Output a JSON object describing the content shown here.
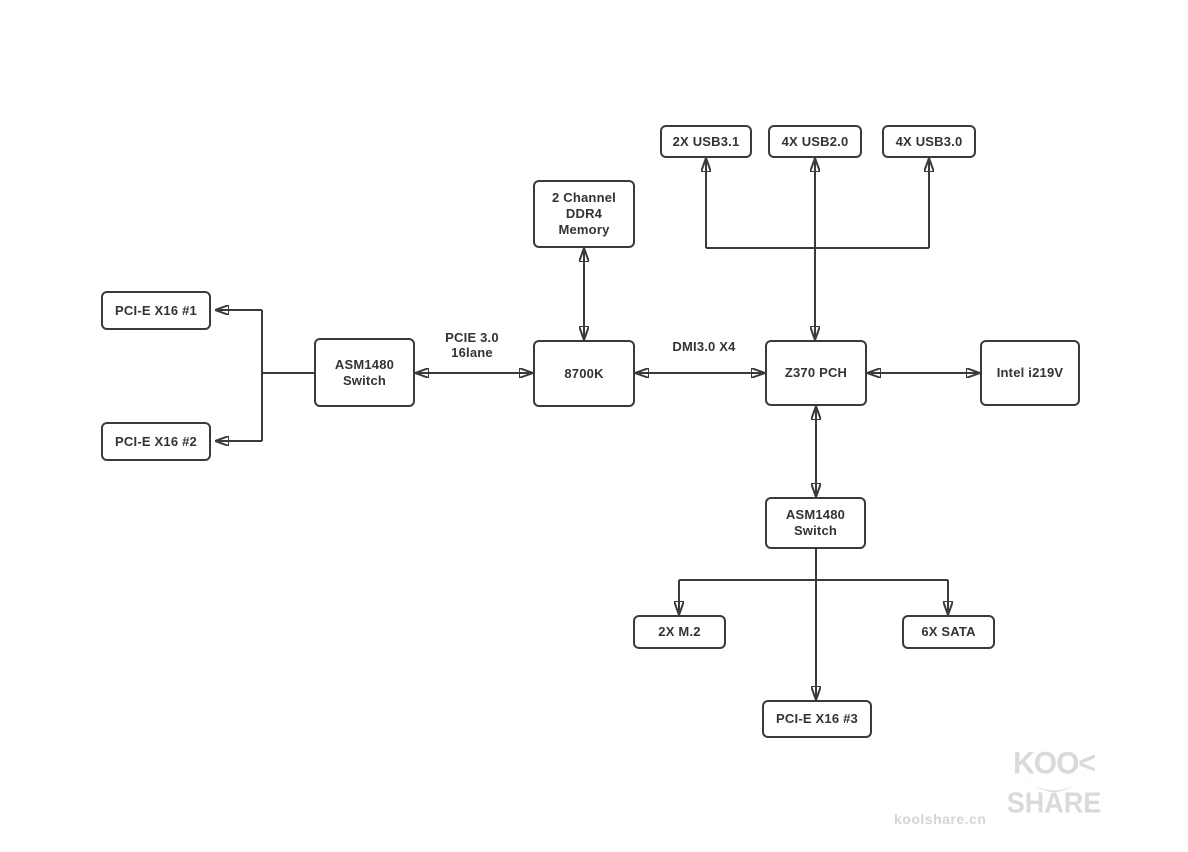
{
  "diagram": {
    "nodes": {
      "usb31": {
        "label": "2X USB3.1"
      },
      "usb20": {
        "label": "4X USB2.0"
      },
      "usb30": {
        "label": "4X USB3.0"
      },
      "ddr4": {
        "label": "2 Channel\nDDR4\nMemory"
      },
      "pcie1": {
        "label": "PCI-E X16 #1"
      },
      "asm_top": {
        "label": "ASM1480\nSwitch"
      },
      "cpu": {
        "label": "8700K"
      },
      "pch": {
        "label": "Z370 PCH"
      },
      "i219v": {
        "label": "Intel i219V"
      },
      "pcie2": {
        "label": "PCI-E X16 #2"
      },
      "asm_bottom": {
        "label": "ASM1480\nSwitch"
      },
      "m2": {
        "label": "2X M.2"
      },
      "sata": {
        "label": "6X SATA"
      },
      "pcie3": {
        "label": "PCI-E X16 #3"
      }
    },
    "edge_labels": {
      "pcie_link": "PCIE 3.0\n16lane",
      "dmi_link": "DMI3.0 X4"
    },
    "colors": {
      "stroke": "#3a3a3a",
      "text": "#333333",
      "watermark": "#d6d6d6"
    }
  },
  "watermark": {
    "brand_line1": "KOO<",
    "brand_line2": "SHARE",
    "site": "koolshare.cn"
  }
}
